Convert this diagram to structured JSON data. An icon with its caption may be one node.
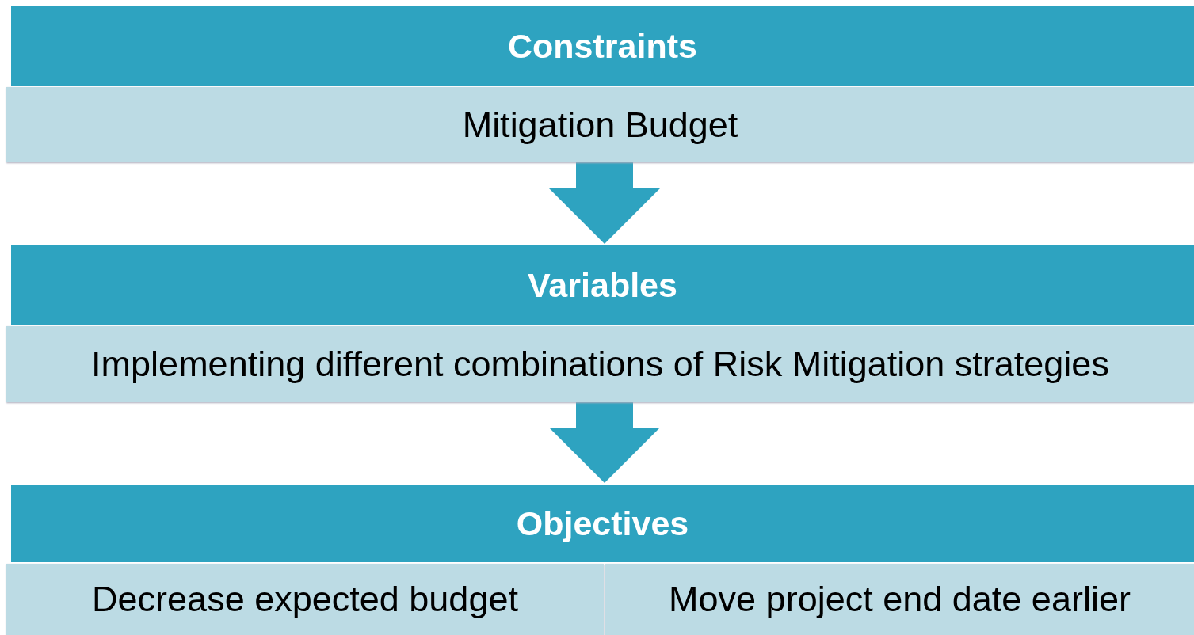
{
  "diagram": {
    "nodes": [
      {
        "text": [
          "Constraints"
        ]
      },
      {
        "text": [
          "Mitigation Budget"
        ]
      },
      {
        "text": [
          "Variables"
        ]
      },
      {
        "text": [
          "Implementing different combinations of Risk Mitigation strategies"
        ]
      },
      {
        "text": [
          "Objectives"
        ]
      },
      {
        "text": [
          "Decrease expected budget"
        ]
      },
      {
        "text": [
          "Move project end date earlier"
        ]
      }
    ],
    "edges": [
      {
        "from": 1,
        "to": 2,
        "arrow": "to",
        "style": "thick"
      },
      {
        "from": 3,
        "to": 4,
        "arrow": "to",
        "style": "thick"
      }
    ]
  }
}
